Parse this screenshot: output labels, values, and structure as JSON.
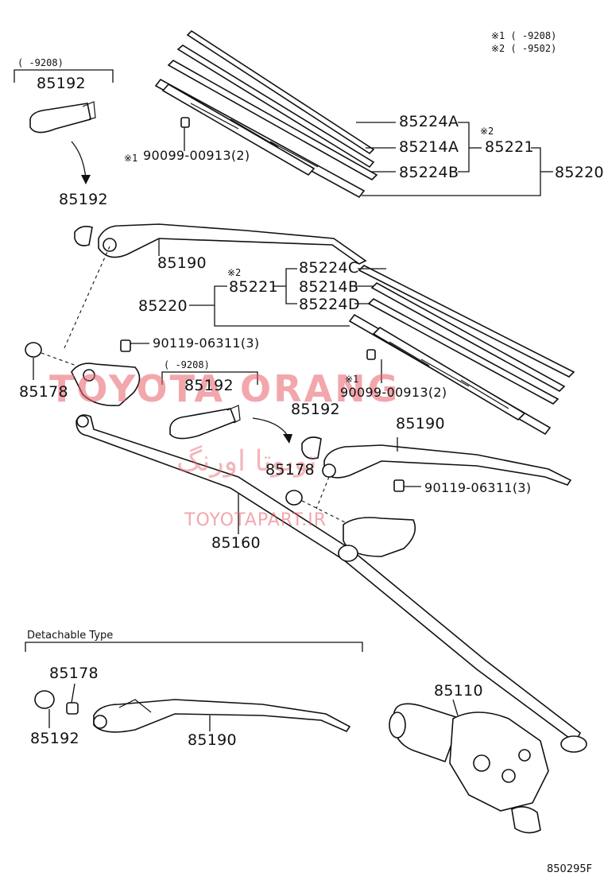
{
  "notes": {
    "n1": "※1 (    -9208)",
    "n2": "※2 (    -9502)",
    "date_top": "(    -9208)",
    "date_mid": "(    -9208)",
    "mark1": "※1",
    "mark2": "※2"
  },
  "labels": {
    "p85192_top": "85192",
    "p85192_cap": "85192",
    "p85190_top": "85190",
    "p85224A": "85224A",
    "p85214A": "85214A",
    "p85224B": "85224B",
    "p85221_top": "85221",
    "p85220_top": "85220",
    "p90099_top": "90099-00913(2)",
    "p85221_mid": "85221",
    "p85220_mid": "85220",
    "p85224C": "85224C",
    "p85214B": "85214B",
    "p85224D": "85224D",
    "p90119_top": "90119-06311(3)",
    "p85178_left": "85178",
    "p85192_mid": "85192",
    "p85192_cap2": "85192",
    "p85190_mid": "85190",
    "p90099_mid": "90099-00913(2)",
    "p85178_mid": "85178",
    "p90119_mid": "90119-06311(3)",
    "p85160": "85160",
    "p85110": "85110",
    "detach_title": "Detachable Type",
    "p85178_det": "85178",
    "p85192_det": "85192",
    "p85190_det": "85190"
  },
  "watermark": {
    "main": "TOYOTA ORANG",
    "persian": "تویوتا اورنگ",
    "site": "TOYOTAPART.IR",
    "color": "#e8606a"
  },
  "ref_code": "850295F"
}
